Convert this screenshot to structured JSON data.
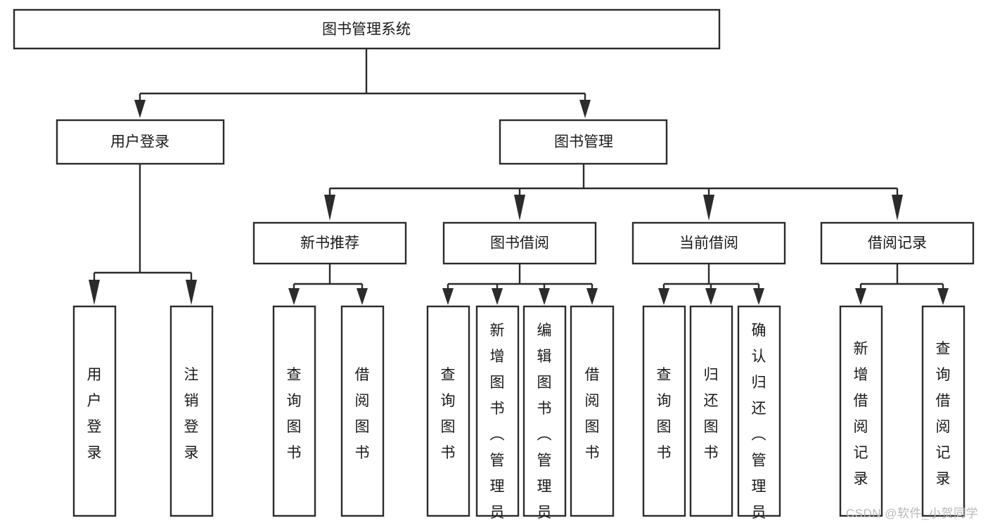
{
  "diagram": {
    "type": "tree-hierarchy-chart",
    "title": "图书管理系统",
    "watermark": "CSDN @软件_小贺同学",
    "colors": {
      "stroke": "#2b2b2b",
      "fill": "#ffffff",
      "text": "#1a1a1a",
      "watermark": "#b9b9b9"
    },
    "levels": {
      "root": {
        "label": "图书管理系统"
      },
      "level2": [
        {
          "label": "用户登录"
        },
        {
          "label": "图书管理"
        }
      ],
      "level3": [
        {
          "label": "新书推荐"
        },
        {
          "label": "图书借阅"
        },
        {
          "label": "当前借阅"
        },
        {
          "label": "借阅记录"
        }
      ]
    },
    "leaves": {
      "user_login": [
        {
          "label": "用户登录"
        },
        {
          "label": "注销登录"
        }
      ],
      "new_book_recommend": [
        {
          "label": "查询图书"
        },
        {
          "label": "借阅图书"
        }
      ],
      "book_borrow": [
        {
          "label": "查询图书"
        },
        {
          "label": "新增图书（管理员）"
        },
        {
          "label": "编辑图书（管理员）"
        },
        {
          "label": "借阅图书"
        }
      ],
      "current_borrow": [
        {
          "label": "查询图书"
        },
        {
          "label": "归还图书"
        },
        {
          "label": "确认归还（管理员）"
        }
      ],
      "borrow_record": [
        {
          "label": "新增借阅记录"
        },
        {
          "label": "查询借阅记录"
        }
      ]
    }
  }
}
